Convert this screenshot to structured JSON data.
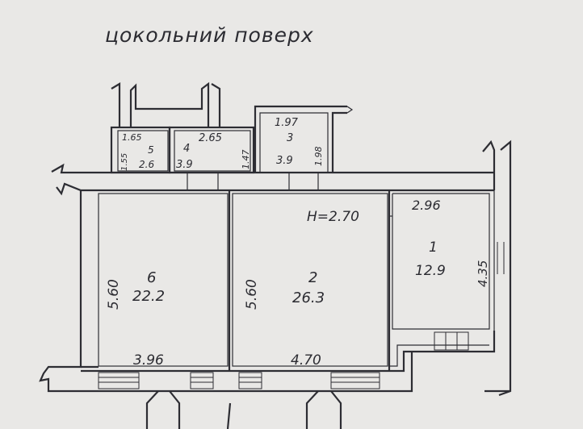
{
  "plan": {
    "title": "цокольний поверх",
    "height_note": "Н=2.70",
    "rooms": [
      {
        "number": "1",
        "area": "12.9",
        "width": "2.96",
        "length": "4.35"
      },
      {
        "number": "2",
        "area": "26.3",
        "width": "4.70",
        "length": "5.60"
      },
      {
        "number": "3",
        "area": "3.9",
        "width": "1.97",
        "length": "1.98"
      },
      {
        "number": "4",
        "area": "3.9",
        "width": "2.65",
        "length": "1.47"
      },
      {
        "number": "5",
        "area": "2.6",
        "width": "1.65",
        "length": "1.55"
      },
      {
        "number": "6",
        "area": "22.2",
        "width": "3.96",
        "length": "5.60"
      }
    ]
  }
}
